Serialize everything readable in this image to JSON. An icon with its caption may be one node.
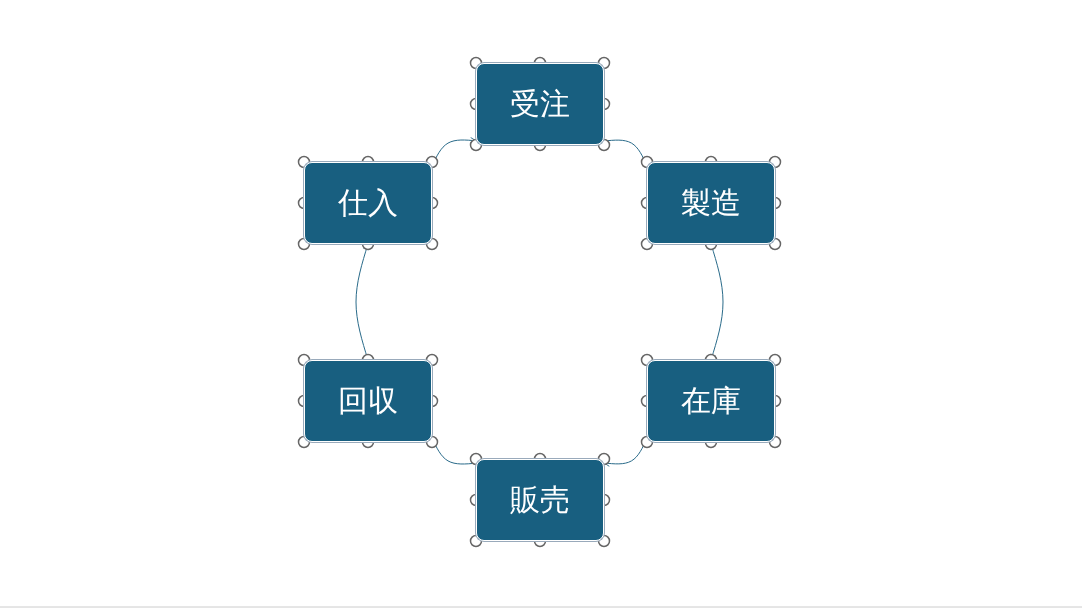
{
  "diagram": {
    "nodes": [
      {
        "text": [
          "受注"
        ]
      },
      {
        "text": [
          "製造"
        ]
      },
      {
        "text": [
          "在庫"
        ]
      },
      {
        "text": [
          "販売"
        ]
      },
      {
        "text": [
          "回収"
        ]
      },
      {
        "text": [
          "仕入"
        ]
      }
    ],
    "edges": [
      {
        "from": 0,
        "to": 1,
        "arrow": "to"
      },
      {
        "from": 1,
        "to": 2,
        "arrow": "to"
      },
      {
        "from": 2,
        "to": 3,
        "arrow": "to"
      },
      {
        "from": 3,
        "to": 4,
        "arrow": "to"
      },
      {
        "from": 4,
        "to": 5,
        "arrow": "to"
      },
      {
        "from": 5,
        "to": 0,
        "arrow": "to"
      }
    ]
  }
}
